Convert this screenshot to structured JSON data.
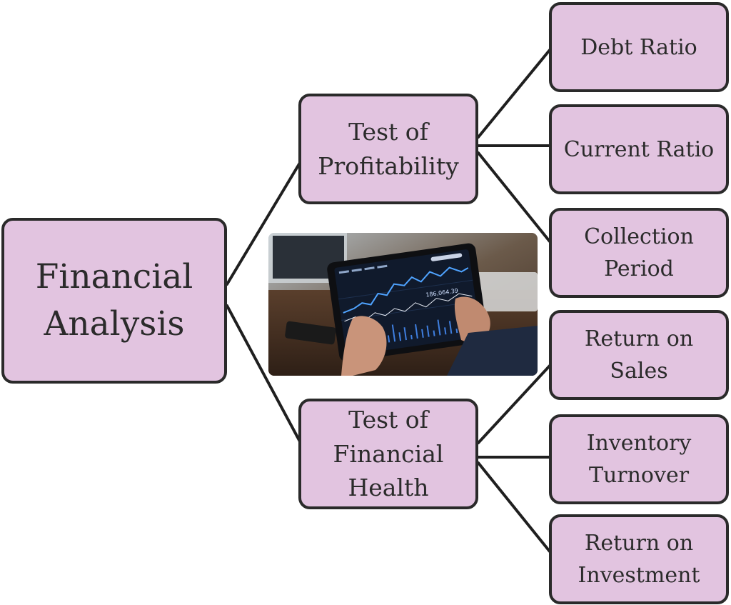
{
  "root": {
    "label": "Financial\nAnalysis"
  },
  "branches": [
    {
      "label": "Test of\nProfitability",
      "children": [
        "Debt Ratio",
        "Current Ratio",
        "Collection\nPeriod"
      ]
    },
    {
      "label": "Test of\nFinancial\nHealth",
      "children": [
        "Return on\nSales",
        "Inventory\nTurnover",
        "Return on\nInvestment"
      ]
    }
  ],
  "colors": {
    "node_fill": "#e2c4e0",
    "node_border": "#2a2a2a",
    "line": "#1f1f1f"
  },
  "image": {
    "subject": "hands-holding-tablet-with-stock-chart",
    "tablet_readout": "186,064.39"
  }
}
